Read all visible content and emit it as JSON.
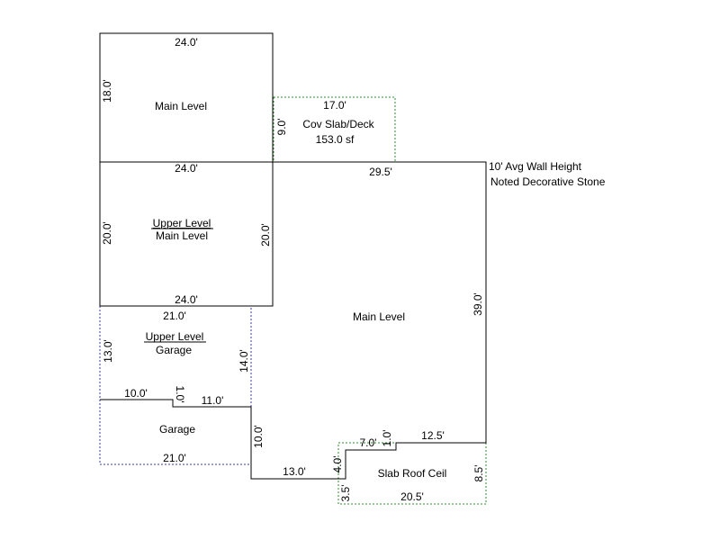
{
  "notes": {
    "wall_height": "10' Avg Wall Height",
    "stone": "Noted Decorative Stone"
  },
  "areas": {
    "main_upper_box": "Main Level",
    "cov_slab_name": "Cov Slab/Deck",
    "cov_slab_sf": "153.0 sf",
    "upper_level_1": "Upper Level",
    "main_level_2": "Main Level",
    "main_level_center": "Main Level",
    "upper_level_garage_1": "Upper Level",
    "upper_level_garage_2": "Garage",
    "garage": "Garage",
    "slab_roof": "Slab Roof Ceil"
  },
  "dims": {
    "d_24_top": "24.0'",
    "d_18": "18.0'",
    "d_9": "9.0'",
    "d_17": "17.0'",
    "d_24_mid": "24.0'",
    "d_29_5": "29.5'",
    "d_20_left": "20.0'",
    "d_20_right": "20.0'",
    "d_24_low": "24.0'",
    "d_21_top": "21.0'",
    "d_13_left": "13.0'",
    "d_14": "14.0'",
    "d_39": "39.0'",
    "d_10_h": "10.0'",
    "d_1_v": "1.0'",
    "d_11": "11.0'",
    "d_10_v": "10.0'",
    "d_21_bottom": "21.0'",
    "d_13_bottom": "13.0'",
    "d_4": "4.0'",
    "d_7": "7.0'",
    "d_1_right": "1.0'",
    "d_12_5": "12.5'",
    "d_8_5": "8.5'",
    "d_3_5": "3.5'",
    "d_20_5": "20.5'"
  }
}
